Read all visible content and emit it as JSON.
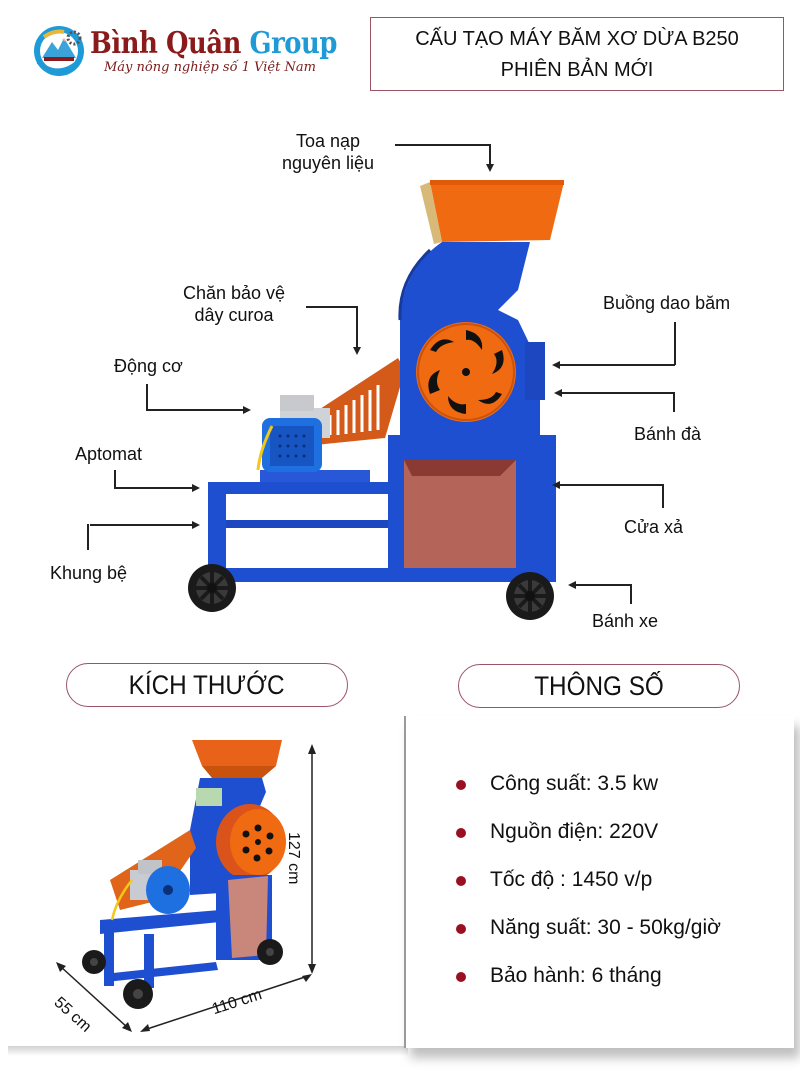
{
  "header": {
    "brand_name_part1": "Bình Quân",
    "brand_name_part2": "Group",
    "tagline": "Máy nông nghiệp số 1 Việt Nam",
    "title_line1": "CẤU TẠO MÁY BĂM XƠ DỪA B250",
    "title_line2": "PHIÊN BẢN MỚI"
  },
  "diagram": {
    "labels": {
      "feed_hopper_line1": "Toa nạp",
      "feed_hopper_line2": "nguyên liệu",
      "belt_guard_line1": "Chăn bảo vệ",
      "belt_guard_line2": "dây curoa",
      "motor": "Động cơ",
      "breaker": "Aptomat",
      "frame": "Khung bệ",
      "blade_chamber": "Buồng dao băm",
      "flywheel": "Bánh đà",
      "discharge_door": "Cửa xả",
      "wheel": "Bánh xe"
    }
  },
  "sections": {
    "dimensions_title": "KÍCH THƯỚC",
    "specs_title": "THÔNG SỐ"
  },
  "dimensions": {
    "height": "127 cm",
    "length": "110 cm",
    "width": "55 cm"
  },
  "specs": [
    "Công suất: 3.5 kw",
    "Nguồn điện: 220V",
    "Tốc độ : 1450 v/p",
    "Năng suất: 30 - 50kg/giờ",
    "Bảo hành: 6 tháng"
  ],
  "colors": {
    "brand_red": "#8b1a1a",
    "brand_blue": "#1e9bd7",
    "frame_blue": "#1f4fd1",
    "hopper_orange": "#f06a12",
    "border_mauve": "#9a5466",
    "bullet_red": "#9b1020"
  }
}
